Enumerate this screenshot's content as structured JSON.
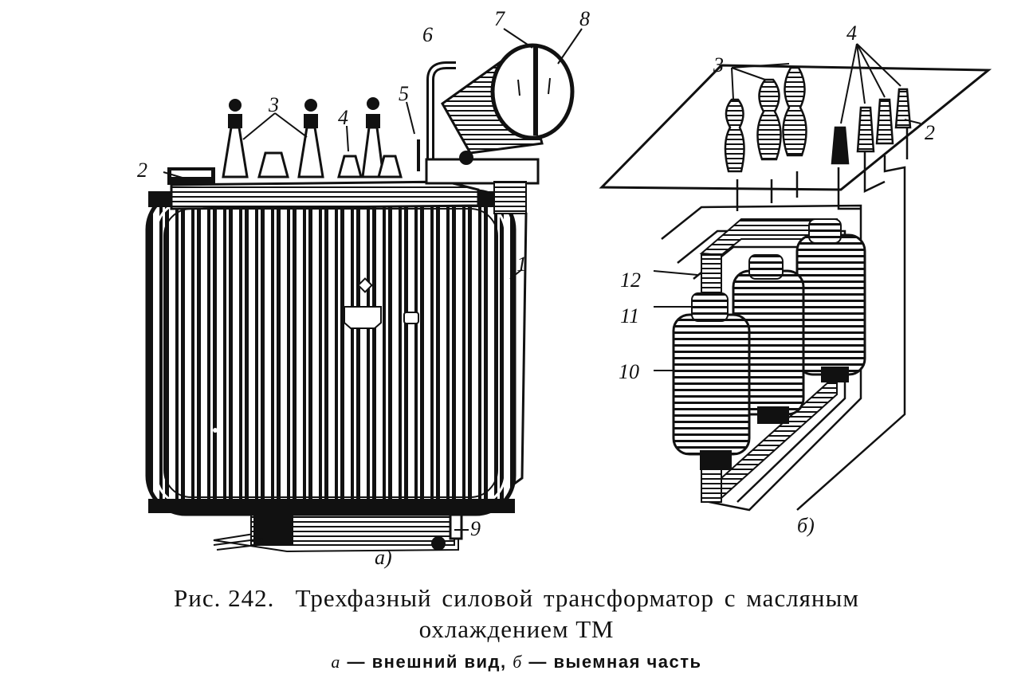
{
  "figure": {
    "number": "Рис. 242.",
    "title_line1": "Трехфазный силовой трансформатор  с  масляным",
    "title_line2": "охлаждением ТМ",
    "subcaption": {
      "a_letter": "а",
      "a_text": " — внешний вид, ",
      "b_letter": "б",
      "b_text": " — выемная часть"
    }
  },
  "panel_a": {
    "sublabel": "a)",
    "callouts": [
      "1",
      "2",
      "3",
      "4",
      "5",
      "6",
      "7",
      "8",
      "9"
    ]
  },
  "panel_b": {
    "sublabel": "б)",
    "callouts": [
      "2",
      "3",
      "4",
      "10",
      "11",
      "12"
    ]
  }
}
